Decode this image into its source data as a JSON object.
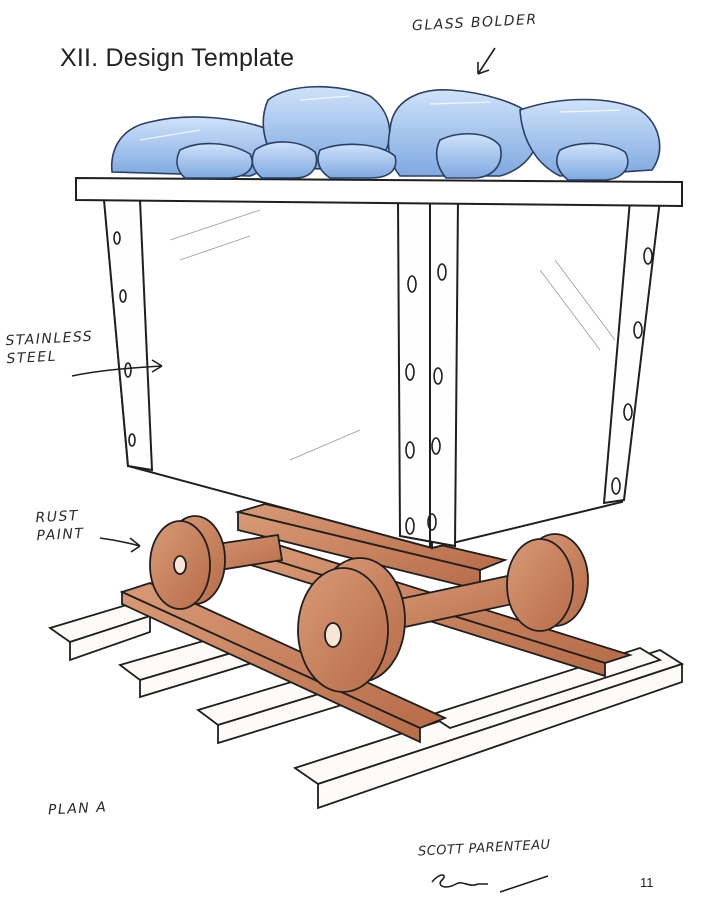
{
  "document": {
    "heading": "XII.  Design Template",
    "page_number": "11"
  },
  "annotations": {
    "glass": "GLASS BOLDER",
    "steel_line1": "STAINLESS",
    "steel_line2": "STEEL",
    "rust_line1": "RUST",
    "rust_line2": "PAINT",
    "plan": "PLAN A",
    "artist": "SCOTT PARENTEAU"
  },
  "colors": {
    "glass": "#8fb8ea",
    "glass_light": "#d7e8fb",
    "rust": "#c9855f",
    "rust_dark": "#a9603f",
    "ink": "#1f1f1f"
  }
}
